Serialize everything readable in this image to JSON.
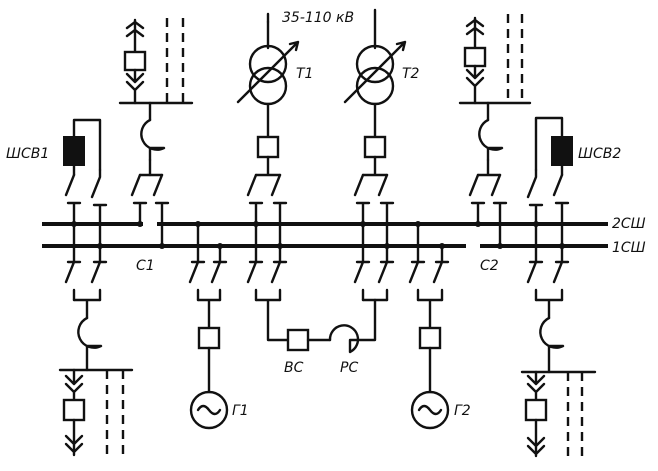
{
  "labels": {
    "voltage": "35-110 кВ",
    "t1": "Т1",
    "t2": "Т2",
    "shsv1": "ШСВ1",
    "shsv2": "ШСВ2",
    "bus2": "2СШ",
    "bus1": "1СШ",
    "c1": "С1",
    "c2": "С2",
    "vs": "ВС",
    "rs": "РС",
    "g1": "Г1",
    "g2": "Г2"
  }
}
